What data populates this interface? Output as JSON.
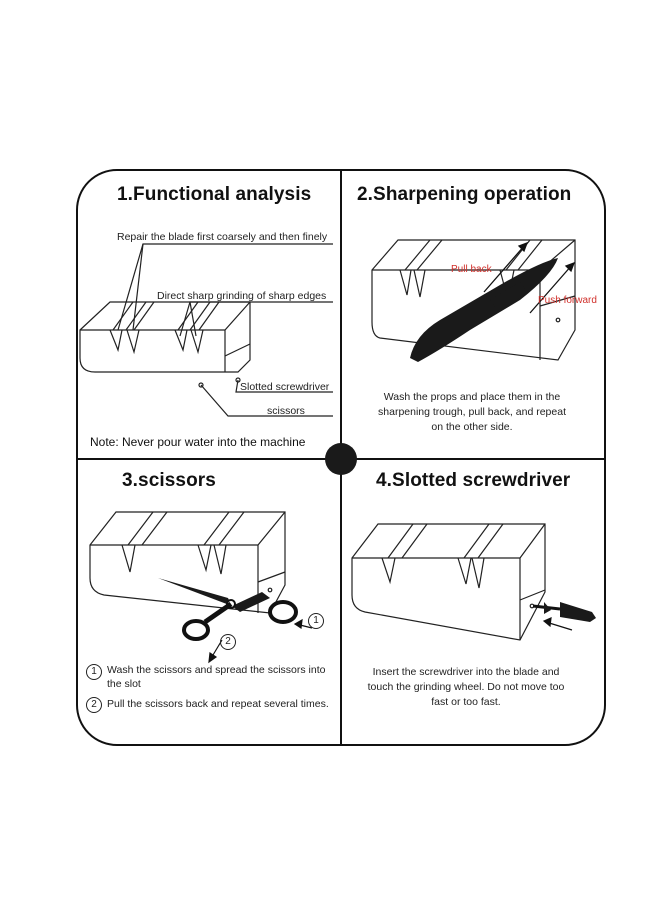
{
  "panels": [
    {
      "title": "1.Functional analysis",
      "labels": {
        "repair": "Repair the blade first coarsely and then finely",
        "direct": "Direct sharp grinding of sharp edges",
        "screwdriver": "Slotted screwdriver",
        "scissors": "scissors"
      },
      "note": "Note: Never pour water into the machine"
    },
    {
      "title": "2.Sharpening operation",
      "labels": {
        "pull_back": "Pull back",
        "push_forward": "Push forward"
      },
      "text": "Wash the props and place them in the sharpening trough, pull back, and repeat on the other side."
    },
    {
      "title": "3.scissors",
      "markers": [
        "1",
        "2"
      ],
      "steps": [
        {
          "num": "1",
          "text": "Wash the scissors and spread the scissors into the slot"
        },
        {
          "num": "2",
          "text": "Pull the scissors back and repeat several times."
        }
      ]
    },
    {
      "title": "4.Slotted screwdriver",
      "text": "Insert the screwdriver into the blade and touch the grinding wheel. Do not move too fast or too fast."
    }
  ],
  "colors": {
    "outline": "#111111",
    "accent_red": "#d0302b",
    "fill_dark": "#1a1a1a"
  }
}
